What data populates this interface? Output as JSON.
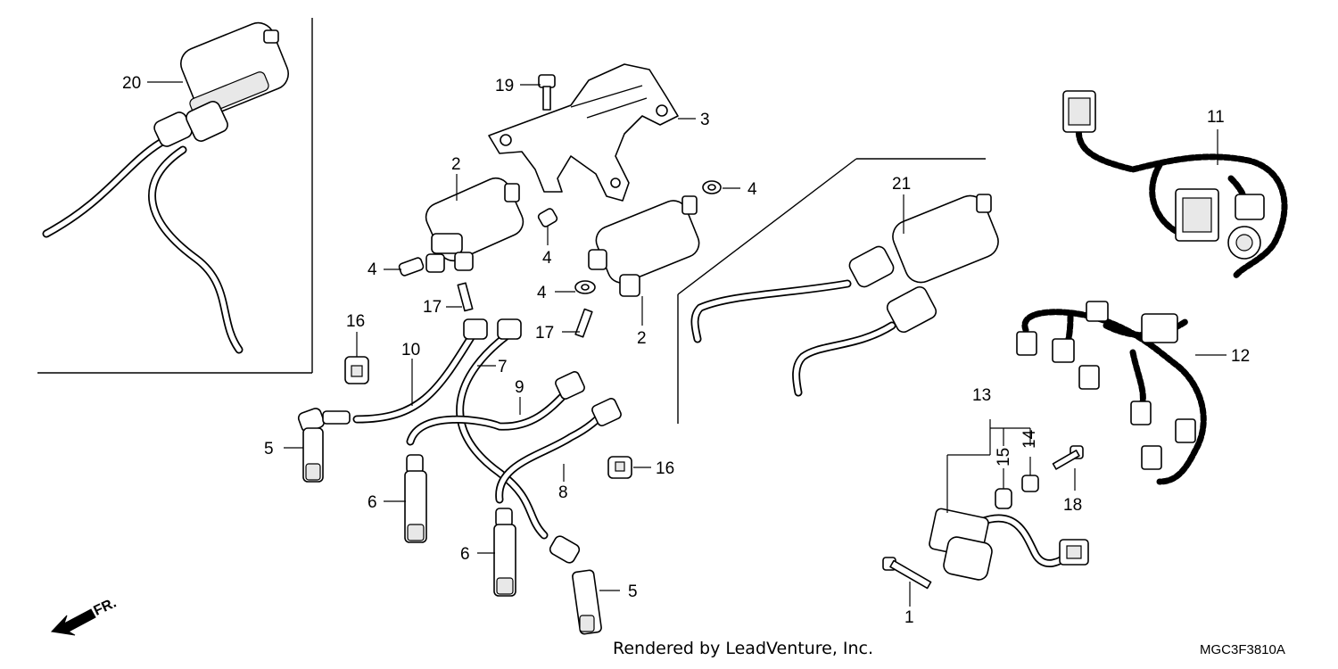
{
  "callouts": {
    "c20": "20",
    "c19": "19",
    "c3": "3",
    "c2a": "2",
    "c2b": "2",
    "c4a": "4",
    "c4b": "4",
    "c4c": "4",
    "c4d": "4",
    "c17a": "17",
    "c17b": "17",
    "c16a": "16",
    "c16b": "16",
    "c10": "10",
    "c7": "7",
    "c9": "9",
    "c8": "8",
    "c5a": "5",
    "c5b": "5",
    "c6a": "6",
    "c6b": "6",
    "c21": "21",
    "c11": "11",
    "c12": "12",
    "c13": "13",
    "c14": "14",
    "c15": "15",
    "c18": "18",
    "c1": "1"
  },
  "direction_label": "FR.",
  "footer_text": "Rendered by LeadVenture, Inc.",
  "diagram_code": "MGC3F3810A"
}
